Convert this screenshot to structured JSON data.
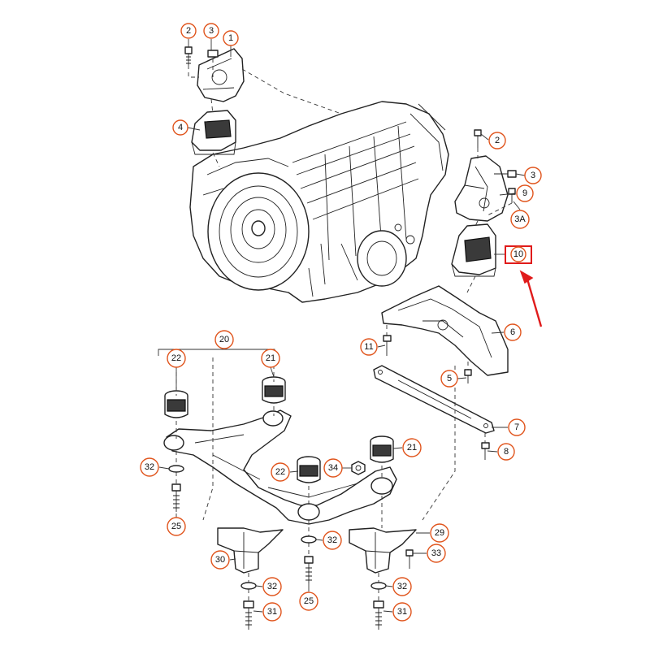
{
  "callouts": [
    {
      "id": "c1",
      "label": "1"
    },
    {
      "id": "c2a",
      "label": "2"
    },
    {
      "id": "c3a",
      "label": "3"
    },
    {
      "id": "c4",
      "label": "4"
    },
    {
      "id": "c2b",
      "label": "2"
    },
    {
      "id": "c3b",
      "label": "3"
    },
    {
      "id": "c9",
      "label": "9"
    },
    {
      "id": "c3A",
      "label": "3A"
    },
    {
      "id": "c10",
      "label": "10",
      "highlighted": true
    },
    {
      "id": "c6",
      "label": "6"
    },
    {
      "id": "c11",
      "label": "11"
    },
    {
      "id": "c5",
      "label": "5"
    },
    {
      "id": "c7",
      "label": "7"
    },
    {
      "id": "c8",
      "label": "8"
    },
    {
      "id": "c20",
      "label": "20"
    },
    {
      "id": "c22a",
      "label": "22"
    },
    {
      "id": "c21a",
      "label": "21"
    },
    {
      "id": "c21b",
      "label": "21"
    },
    {
      "id": "c32a",
      "label": "32"
    },
    {
      "id": "c22b",
      "label": "22"
    },
    {
      "id": "c34",
      "label": "34"
    },
    {
      "id": "c25a",
      "label": "25"
    },
    {
      "id": "c32b",
      "label": "32"
    },
    {
      "id": "c29",
      "label": "29"
    },
    {
      "id": "c33",
      "label": "33"
    },
    {
      "id": "c30",
      "label": "30"
    },
    {
      "id": "c32c",
      "label": "32"
    },
    {
      "id": "c32d",
      "label": "32"
    },
    {
      "id": "c25b",
      "label": "25"
    },
    {
      "id": "c31a",
      "label": "31"
    },
    {
      "id": "c31b",
      "label": "31"
    }
  ],
  "colors": {
    "callout_ring": "#e0541c",
    "highlight": "#e01b1b",
    "line": "#222222"
  }
}
